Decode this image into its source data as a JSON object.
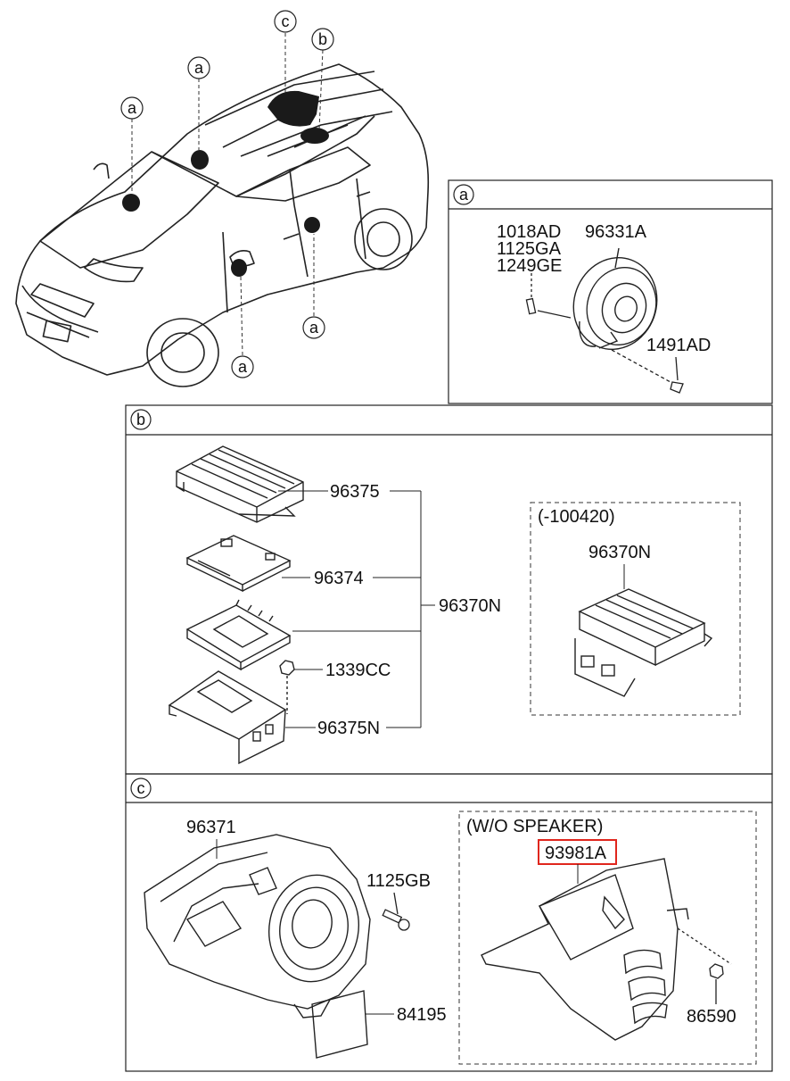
{
  "callouts": {
    "a": "a",
    "b": "b",
    "c": "c"
  },
  "section_a": {
    "letter": "a",
    "parts": [
      "1018AD",
      "1125GA",
      "1249GE",
      "96331A",
      "1491AD"
    ]
  },
  "section_b": {
    "letter": "b",
    "parts": [
      "96375",
      "96374",
      "96370N",
      "1339CC",
      "96375N"
    ],
    "variant_note": "(-100420)",
    "variant_part": "96370N"
  },
  "section_c": {
    "letter": "c",
    "parts": [
      "96371",
      "1125GB",
      "84195",
      "86590"
    ],
    "variant_note": "(W/O SPEAKER)",
    "highlighted_part": "93981A"
  },
  "colors": {
    "highlight": "#e0261d",
    "ink": "#111111"
  }
}
